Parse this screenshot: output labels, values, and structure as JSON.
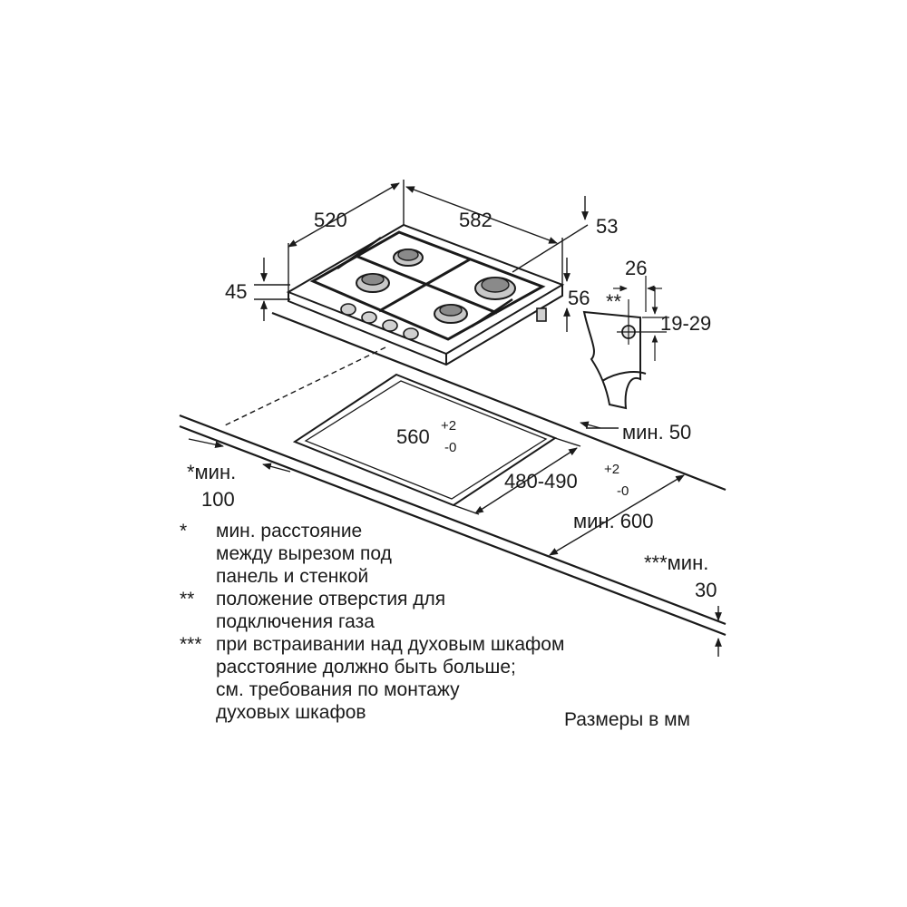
{
  "dimensions": {
    "hob_depth": "520",
    "hob_width": "582",
    "hob_top_height": "53",
    "hob_height": "45",
    "gas_offset_x": "26",
    "gas_offset_y": "56",
    "gas_marker": "**",
    "gas_height_range": "19-29",
    "cutout_width_base": "560",
    "cutout_width_tol_plus": "+2",
    "cutout_width_tol_minus": "-0",
    "cutout_depth_base": "480-490",
    "cutout_depth_tol_plus": "+2",
    "cutout_depth_tol_minus": "-0",
    "min_rear": "мин. 50",
    "min_side_label": "*мин.",
    "min_side_value": "100",
    "min_worktop_depth": "мин. 600",
    "min_below_label": "***мин.",
    "min_below_value": "30"
  },
  "notes": [
    {
      "mark": "*",
      "lines": [
        "мин. расстояние",
        "между вырезом под",
        "панель и стенкой"
      ]
    },
    {
      "mark": "**",
      "lines": [
        "положение отверстия для",
        "подключения газа"
      ]
    },
    {
      "mark": "***",
      "lines": [
        "при встраивании над духовым шкафом",
        "расстояние должно быть больше;",
        "см. требования по монтажу",
        "духовых шкафов"
      ]
    }
  ],
  "units_note": "Размеры в мм"
}
